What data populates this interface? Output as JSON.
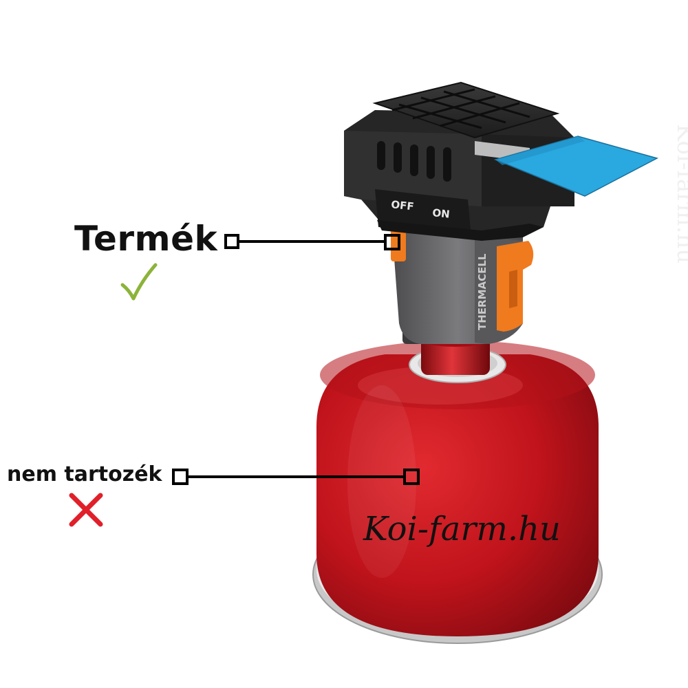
{
  "callouts": {
    "product": {
      "label": "Termék",
      "status_icon": "checkmark-icon"
    },
    "not_included": {
      "label": "nem tartozék",
      "status_icon": "cross-icon"
    }
  },
  "device": {
    "switch_off": "OFF",
    "switch_on": "ON",
    "brand": "THERMACELL"
  },
  "canister": {
    "watermark": "Koi-farm.hu"
  },
  "side_watermark": "Koi-farm.hu",
  "colors": {
    "check": "#8cb33a",
    "cross": "#e0202a",
    "canister_red": "#c8141c",
    "mat_blue": "#2aa8e0",
    "accent_orange": "#f07a1e",
    "device_body": "#2b2b2b",
    "device_grey": "#6e6e70"
  }
}
